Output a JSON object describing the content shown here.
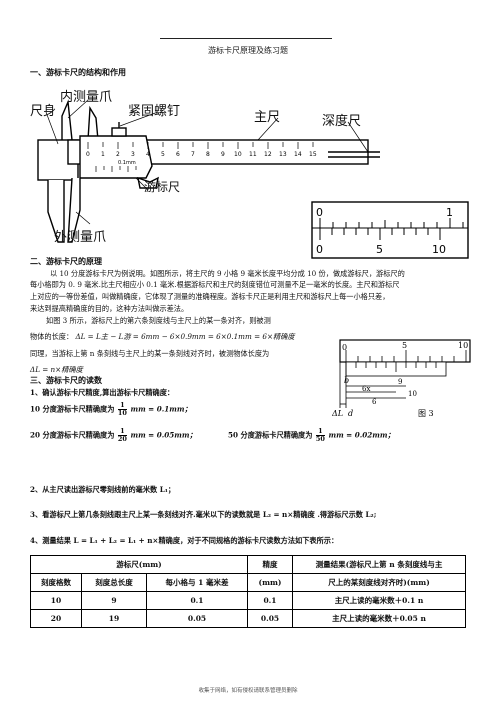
{
  "header": {
    "title": "游标卡尺原理及练习题"
  },
  "section1": {
    "heading": "一、游标卡尺的结构和作用",
    "labels": {
      "body": "尺身",
      "inner_jaw": "内测量爪",
      "screw": "紧固螺钉",
      "main_scale": "主尺",
      "depth": "深度尺",
      "vernier": "游标尺",
      "outer_jaw": "外测量爪",
      "scale_mark": "0.1mm"
    },
    "caliper_numbers": [
      "0",
      "1",
      "2",
      "3",
      "4",
      "5",
      "6",
      "7",
      "8",
      "9",
      "10",
      "11",
      "12",
      "13",
      "14",
      "15"
    ],
    "fig2_numbers": {
      "top_left": "0",
      "top_right": "1",
      "bottom_left": "0",
      "bottom_mid": "5",
      "bottom_right": "10"
    }
  },
  "section2": {
    "heading": "二、游标卡尺的原理",
    "para1": [
      "以 10 分度游标卡尺为例说明。如图所示，将主尺的 9 小格 9 毫米长度平均分成 10 份，做成游标尺，游标尺的",
      "每小格即为 0. 9 毫米.比主尺相应小 0.1 毫米.根据游标尺和主尺的刻度错位可测量不足一毫米的长度。主尺和游标尺",
      "上对应的一等份差值，叫做精确度，它体现了测量的准确程度。游标卡尺正是利用主尺和游标尺上每一小格只差，",
      "来达到提高精确度的目的，这种方法叫做示差法。"
    ],
    "para2": "如图 3 所示，游标尺上的第六条刻度线与主尺上的某一条对齐，则被测",
    "length_label": "物体的长度：",
    "formula": "ΔL = L主 − L游 = 6mm − 6×0.9mm = 6×0.1mm = 6×精确度",
    "para3": "同理，当游标上第 n 条刻线与主尺上的某一条刻线对齐时，被测物体长度为",
    "formula2": "ΔL = n×精确度",
    "fig3": {
      "nums_top": [
        "0",
        "5",
        "10"
      ],
      "lab_b": "b",
      "lab_6x": "6x",
      "lab_9": "9",
      "lab_10": "10",
      "lab_6": "6",
      "lab_d": "d",
      "lab_dl": "ΔL",
      "caption": "图  3"
    }
  },
  "section3": {
    "heading": "三、游标卡尺的读数",
    "item1": "1、确认游标卡尺精度,算出游标卡尺精确度：",
    "p10_pre": "10 分度游标卡尺精确度为",
    "p10_den": "10",
    "p10_post": "mm = 0.1mm；",
    "p20_pre": "20 分度游标卡尺精确度为",
    "p20_den": "20",
    "p20_post": "mm = 0.05mm；",
    "p50_pre": "50 分度游标卡尺精确度为",
    "p50_den": "50",
    "p50_post": "mm = 0.02mm；",
    "frac_num": "1",
    "item2": "2、从主尺读出游标尺零刻线前的毫米数 L₁；",
    "item3": "3、看游标尺上第几条刻线跟主尺上某一条刻线对齐.毫米以下的读数就是 L₂ = n×精确度 .得游标尺示数 L₂;",
    "item4": "4、测量结果 L = L₁ + L₂ = L₁ + n×精确度，对于不同规格的游标卡尺读数方法如下表所示："
  },
  "table": {
    "h_group": "游标尺(mm)",
    "h_precision": "精度",
    "h_unit": "(mm)",
    "h_result1": "测量结果(游标尺上第 n 条刻度线与主",
    "h_result2": "尺上的某刻度线对齐时)(mm)",
    "h_count": "刻度格数",
    "h_total": "刻度总长度",
    "h_diff": "每小格与 1 毫米差",
    "rows": [
      {
        "count": "10",
        "total": "9",
        "diff": "0.1",
        "precision": "0.1",
        "result": "主尺上读的毫米数＋0.1 n"
      },
      {
        "count": "20",
        "total": "19",
        "diff": "0.05",
        "precision": "0.05",
        "result": "主尺上读的毫米数＋0.05 n"
      }
    ]
  },
  "footer": "收集于网络，如有侵权请联系管理员删除"
}
